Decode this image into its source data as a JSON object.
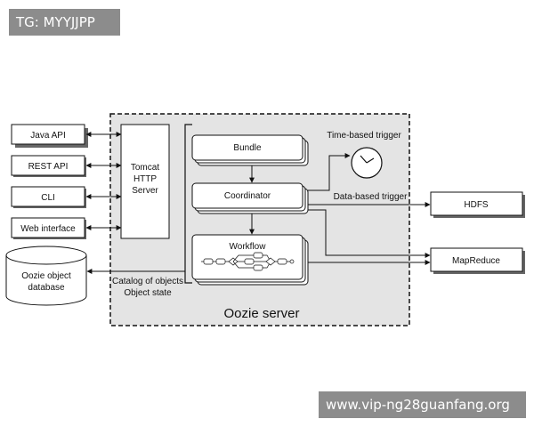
{
  "overlay": {
    "top_left_tag": "TG: MYYJJPP",
    "bottom_right_tag": "www.vip-ng28guanfang.org"
  },
  "clients": {
    "java_api": "Java API",
    "rest_api": "REST API",
    "cli": "CLI",
    "web_interface": "Web interface"
  },
  "database": {
    "line1": "Oozie object",
    "line2": "database"
  },
  "tomcat": {
    "line1": "Tomcat",
    "line2": "HTTP",
    "line3": "Server"
  },
  "engines": {
    "bundle": "Bundle",
    "coordinator": "Coordinator",
    "workflow": "Workflow"
  },
  "labels": {
    "catalog": "Catalog of objects",
    "object_state": "Object state",
    "time_trigger": "Time-based trigger",
    "data_trigger": "Data-based trigger",
    "server_title": "Oozie server"
  },
  "targets": {
    "hdfs": "HDFS",
    "mapreduce": "MapReduce"
  },
  "colors": {
    "stroke": "#111111",
    "server_fill": "#e4e4e4",
    "box_fill": "#ffffff",
    "tag_bg": "#7a7a7a"
  }
}
